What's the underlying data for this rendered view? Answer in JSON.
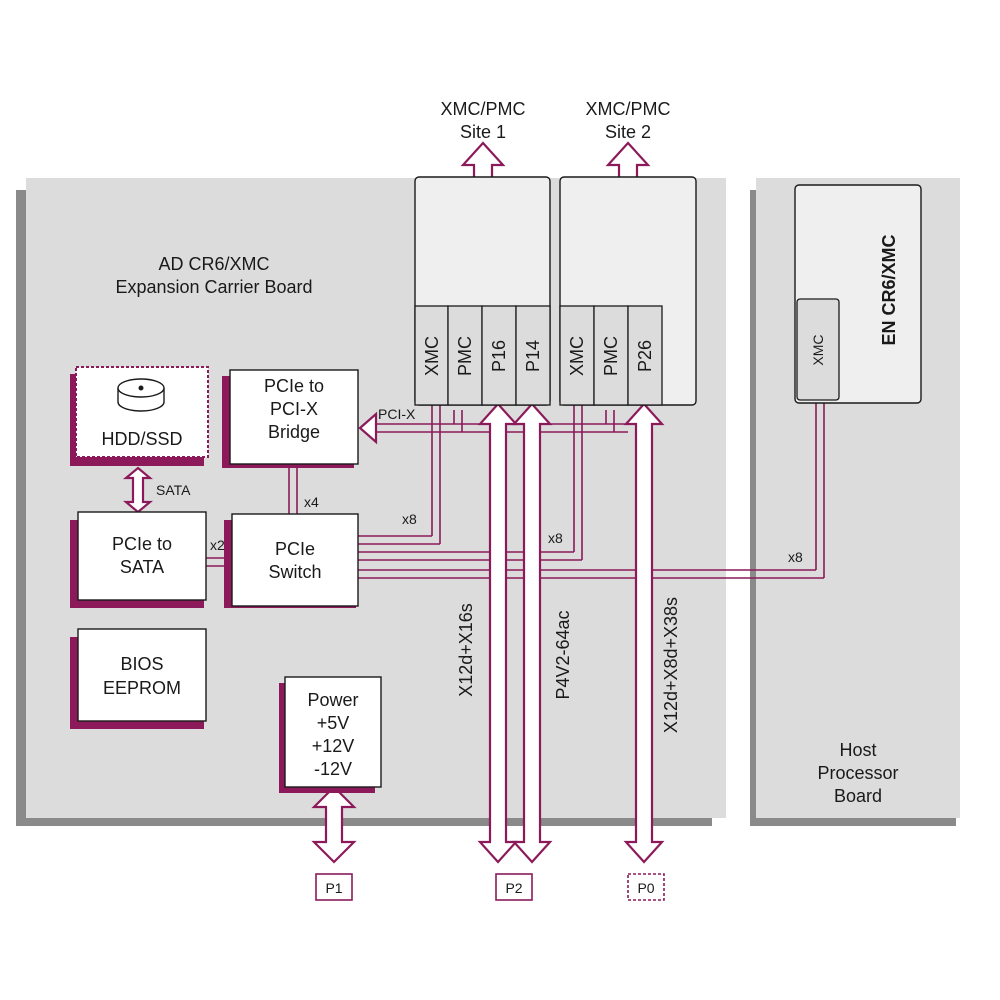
{
  "colors": {
    "accent": "#8c1a5a",
    "board": "#dcdcdc",
    "shadow": "#8a8a8a",
    "box": "#ffffff",
    "slot": "#efefef"
  },
  "sites": {
    "site1_line1": "XMC/PMC",
    "site1_line2": "Site 1",
    "site2_line1": "XMC/PMC",
    "site2_line2": "Site 2"
  },
  "carrier": {
    "line1": "AD CR6/XMC",
    "line2": "Expansion Carrier Board"
  },
  "host": {
    "line1": "Host",
    "line2": "Processor",
    "line3": "Board",
    "module": "EN CR6/XMC",
    "xmc": "XMC"
  },
  "connectors": {
    "site1_xmc": "XMC",
    "site1_pmc": "PMC",
    "site1_p16": "P16",
    "site1_p14": "P14",
    "site2_xmc": "XMC",
    "site2_pmc": "PMC",
    "site2_p26": "P26"
  },
  "blocks": {
    "hdd": "HDD/SSD",
    "bridge_line1": "PCIe to",
    "bridge_line2": "PCI-X",
    "bridge_line3": "Bridge",
    "sata_ctrl_line1": "PCIe to",
    "sata_ctrl_line2": "SATA",
    "switch_line1": "PCIe",
    "switch_line2": "Switch",
    "bios_line1": "BIOS",
    "bios_line2": "EEPROM",
    "power_line1": "Power",
    "power_line2": "+5V",
    "power_line3": "+12V",
    "power_line4": "-12V"
  },
  "links": {
    "pcix": "PCI-X",
    "sata": "SATA",
    "x4": "x4",
    "x2": "x2",
    "x8_site1": "x8",
    "x8_site2": "x8",
    "x8_host": "x8",
    "p2_a": "X12d+X16s",
    "p2_b": "P4V2-64ac",
    "p0": "X12d+X8d+X38s"
  },
  "ports": {
    "p1": "P1",
    "p2": "P2",
    "p0": "P0"
  }
}
